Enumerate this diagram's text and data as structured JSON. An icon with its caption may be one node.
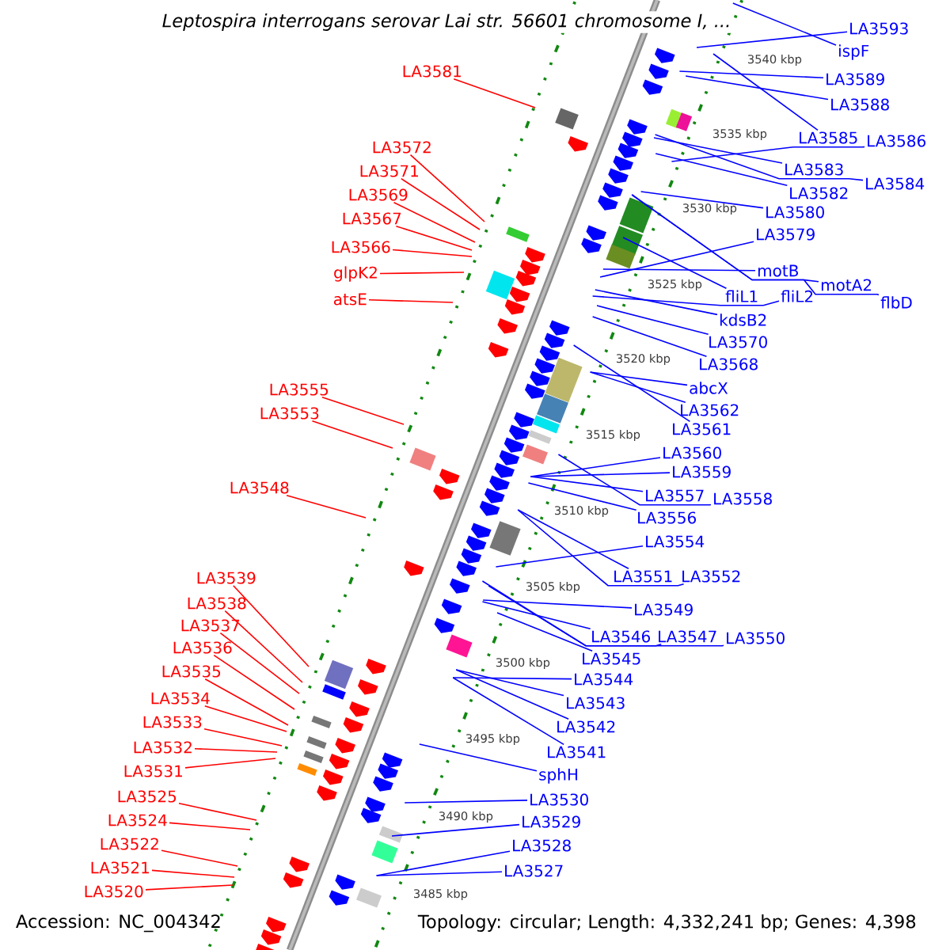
{
  "diagram": {
    "title": "Leptospira interrogans serovar Lai str. 56601 chromosome I, ...",
    "nodes": [
      {
        "text": [
          "LA3581"
        ]
      },
      {
        "text": [
          "LA3572"
        ]
      },
      {
        "text": [
          "LA3571"
        ]
      },
      {
        "text": [
          "LA3569"
        ]
      },
      {
        "text": [
          "LA3567"
        ]
      },
      {
        "text": [
          "LA3566"
        ]
      },
      {
        "text": [
          "glpK2"
        ]
      },
      {
        "text": [
          "atsE"
        ]
      },
      {
        "text": [
          "LA3555"
        ]
      },
      {
        "text": [
          "LA3553"
        ]
      },
      {
        "text": [
          "LA3548"
        ]
      },
      {
        "text": [
          "LA3539"
        ]
      },
      {
        "text": [
          "LA3538"
        ]
      },
      {
        "text": [
          "LA3537"
        ]
      },
      {
        "text": [
          "LA3536"
        ]
      },
      {
        "text": [
          "LA3535"
        ]
      },
      {
        "text": [
          "LA3534"
        ]
      },
      {
        "text": [
          "LA3533"
        ]
      },
      {
        "text": [
          "LA3532"
        ]
      },
      {
        "text": [
          "LA3531"
        ]
      },
      {
        "text": [
          "LA3525"
        ]
      },
      {
        "text": [
          "LA3524"
        ]
      },
      {
        "text": [
          "LA3522"
        ]
      },
      {
        "text": [
          "LA3521"
        ]
      },
      {
        "text": [
          "LA3520"
        ]
      },
      {
        "text": [
          "LA3593"
        ]
      },
      {
        "text": [
          "ispF"
        ]
      },
      {
        "text": [
          "LA3589"
        ]
      },
      {
        "text": [
          "LA3588"
        ]
      },
      {
        "text": [
          "LA3585"
        ]
      },
      {
        "text": [
          "LA3586"
        ]
      },
      {
        "text": [
          "LA3583"
        ]
      },
      {
        "text": [
          "LA3584"
        ]
      },
      {
        "text": [
          "LA3582"
        ]
      },
      {
        "text": [
          "LA3580"
        ]
      },
      {
        "text": [
          "LA3579"
        ]
      },
      {
        "text": [
          "motB"
        ]
      },
      {
        "text": [
          "motA2"
        ]
      },
      {
        "text": [
          "flbD"
        ]
      },
      {
        "text": [
          "fliL1"
        ]
      },
      {
        "text": [
          "fliL2"
        ]
      },
      {
        "text": [
          "kdsB2"
        ]
      },
      {
        "text": [
          "LA3570"
        ]
      },
      {
        "text": [
          "LA3568"
        ]
      },
      {
        "text": [
          "abcX"
        ]
      },
      {
        "text": [
          "LA3562"
        ]
      },
      {
        "text": [
          "LA3561"
        ]
      },
      {
        "text": [
          "LA3560"
        ]
      },
      {
        "text": [
          "LA3559"
        ]
      },
      {
        "text": [
          "LA3557"
        ]
      },
      {
        "text": [
          "LA3558"
        ]
      },
      {
        "text": [
          "LA3556"
        ]
      },
      {
        "text": [
          "LA3554"
        ]
      },
      {
        "text": [
          "LA3551"
        ]
      },
      {
        "text": [
          "LA3552"
        ]
      },
      {
        "text": [
          "LA3549"
        ]
      },
      {
        "text": [
          "LA3546"
        ]
      },
      {
        "text": [
          "LA3547"
        ]
      },
      {
        "text": [
          "LA3550"
        ]
      },
      {
        "text": [
          "LA3545"
        ]
      },
      {
        "text": [
          "LA3544"
        ]
      },
      {
        "text": [
          "LA3543"
        ]
      },
      {
        "text": [
          "LA3542"
        ]
      },
      {
        "text": [
          "LA3541"
        ]
      },
      {
        "text": [
          "sphH"
        ]
      },
      {
        "text": [
          "LA3530"
        ]
      },
      {
        "text": [
          "LA3529"
        ]
      },
      {
        "text": [
          "LA3528"
        ]
      },
      {
        "text": [
          "LA3527"
        ]
      }
    ],
    "edges": [
      {
        "from": 0,
        "to": null,
        "arrow": "none",
        "color": "#ff0000"
      },
      {
        "from": 1,
        "to": null,
        "arrow": "none",
        "color": "#ff0000"
      },
      {
        "from": 2,
        "to": null,
        "arrow": "none",
        "color": "#ff0000"
      },
      {
        "from": 3,
        "to": null,
        "arrow": "none",
        "color": "#ff0000"
      },
      {
        "from": 4,
        "to": null,
        "arrow": "none",
        "color": "#ff0000"
      },
      {
        "from": 5,
        "to": null,
        "arrow": "none",
        "color": "#ff0000"
      },
      {
        "from": 6,
        "to": null,
        "arrow": "none",
        "color": "#ff0000"
      },
      {
        "from": 7,
        "to": null,
        "arrow": "none",
        "color": "#ff0000"
      },
      {
        "from": 8,
        "to": null,
        "arrow": "none",
        "color": "#ff0000"
      },
      {
        "from": 9,
        "to": null,
        "arrow": "none",
        "color": "#ff0000"
      },
      {
        "from": 10,
        "to": null,
        "arrow": "none",
        "color": "#ff0000"
      },
      {
        "from": 11,
        "to": null,
        "arrow": "none",
        "color": "#ff0000"
      },
      {
        "from": 12,
        "to": null,
        "arrow": "none",
        "color": "#ff0000"
      },
      {
        "from": 13,
        "to": null,
        "arrow": "none",
        "color": "#ff0000"
      },
      {
        "from": 14,
        "to": null,
        "arrow": "none",
        "color": "#ff0000"
      },
      {
        "from": 15,
        "to": null,
        "arrow": "none",
        "color": "#ff0000"
      },
      {
        "from": 16,
        "to": null,
        "arrow": "none",
        "color": "#ff0000"
      },
      {
        "from": 17,
        "to": null,
        "arrow": "none",
        "color": "#ff0000"
      },
      {
        "from": 18,
        "to": null,
        "arrow": "none",
        "color": "#ff0000"
      },
      {
        "from": 19,
        "to": null,
        "arrow": "none",
        "color": "#ff0000"
      },
      {
        "from": 20,
        "to": null,
        "arrow": "none",
        "color": "#ff0000"
      },
      {
        "from": 21,
        "to": null,
        "arrow": "none",
        "color": "#ff0000"
      },
      {
        "from": 22,
        "to": null,
        "arrow": "none",
        "color": "#ff0000"
      },
      {
        "from": 23,
        "to": null,
        "arrow": "none",
        "color": "#ff0000"
      },
      {
        "from": 24,
        "to": null,
        "arrow": "none",
        "color": "#ff0000"
      },
      {
        "from": 25,
        "to": null,
        "arrow": "none"
      },
      {
        "from": 26,
        "to": null,
        "arrow": "none"
      },
      {
        "from": 27,
        "to": null,
        "arrow": "none"
      },
      {
        "from": 28,
        "to": null,
        "arrow": "none"
      },
      {
        "from": 29,
        "to": null,
        "arrow": "none"
      },
      {
        "from": 30,
        "to": null,
        "arrow": "none"
      },
      {
        "from": 31,
        "to": null,
        "arrow": "none"
      },
      {
        "from": 32,
        "to": null,
        "arrow": "none"
      },
      {
        "from": 33,
        "to": null,
        "arrow": "none"
      },
      {
        "from": 34,
        "to": null,
        "arrow": "none"
      },
      {
        "from": 35,
        "to": null,
        "arrow": "none"
      },
      {
        "from": 36,
        "to": null,
        "arrow": "none"
      },
      {
        "from": 37,
        "to": null,
        "arrow": "none"
      },
      {
        "from": 38,
        "to": null,
        "arrow": "none"
      },
      {
        "from": 39,
        "to": null,
        "arrow": "none"
      },
      {
        "from": 40,
        "to": null,
        "arrow": "none"
      },
      {
        "from": 41,
        "to": null,
        "arrow": "none"
      },
      {
        "from": 42,
        "to": null,
        "arrow": "none"
      },
      {
        "from": 43,
        "to": null,
        "arrow": "none"
      },
      {
        "from": 44,
        "to": null,
        "arrow": "none"
      },
      {
        "from": 45,
        "to": null,
        "arrow": "none"
      },
      {
        "from": 46,
        "to": null,
        "arrow": "none"
      },
      {
        "from": 47,
        "to": null,
        "arrow": "none"
      },
      {
        "from": 48,
        "to": null,
        "arrow": "none"
      },
      {
        "from": 49,
        "to": null,
        "arrow": "none"
      },
      {
        "from": 50,
        "to": null,
        "arrow": "none"
      },
      {
        "from": 51,
        "to": null,
        "arrow": "none"
      },
      {
        "from": 52,
        "to": null,
        "arrow": "none"
      },
      {
        "from": 53,
        "to": null,
        "arrow": "none"
      },
      {
        "from": 54,
        "to": null,
        "arrow": "none"
      },
      {
        "from": 55,
        "to": null,
        "arrow": "none"
      },
      {
        "from": 56,
        "to": null,
        "arrow": "none"
      },
      {
        "from": 57,
        "to": null,
        "arrow": "none"
      },
      {
        "from": 58,
        "to": null,
        "arrow": "none"
      },
      {
        "from": 59,
        "to": null,
        "arrow": "none"
      },
      {
        "from": 60,
        "to": null,
        "arrow": "none"
      },
      {
        "from": 61,
        "to": null,
        "arrow": "none"
      },
      {
        "from": 62,
        "to": null,
        "arrow": "none"
      },
      {
        "from": 63,
        "to": null,
        "arrow": "none"
      },
      {
        "from": 64,
        "to": null,
        "arrow": "none"
      },
      {
        "from": 65,
        "to": null,
        "arrow": "none"
      },
      {
        "from": 66,
        "to": null,
        "arrow": "none"
      },
      {
        "from": 67,
        "to": null,
        "arrow": "none"
      },
      {
        "from": 68,
        "to": null,
        "arrow": "none"
      }
    ],
    "labels": [
      "3540 kbp",
      "3535 kbp",
      "3530 kbp",
      "3525 kbp",
      "3520 kbp",
      "3515 kbp",
      "3510 kbp",
      "3505 kbp",
      "3500 kbp",
      "3495 kbp",
      "3490 kbp",
      "3485 kbp",
      "Accession: NC_004342",
      "Topology: circular; Length: 4,332,241 bp; Genes: 4,398"
    ]
  }
}
